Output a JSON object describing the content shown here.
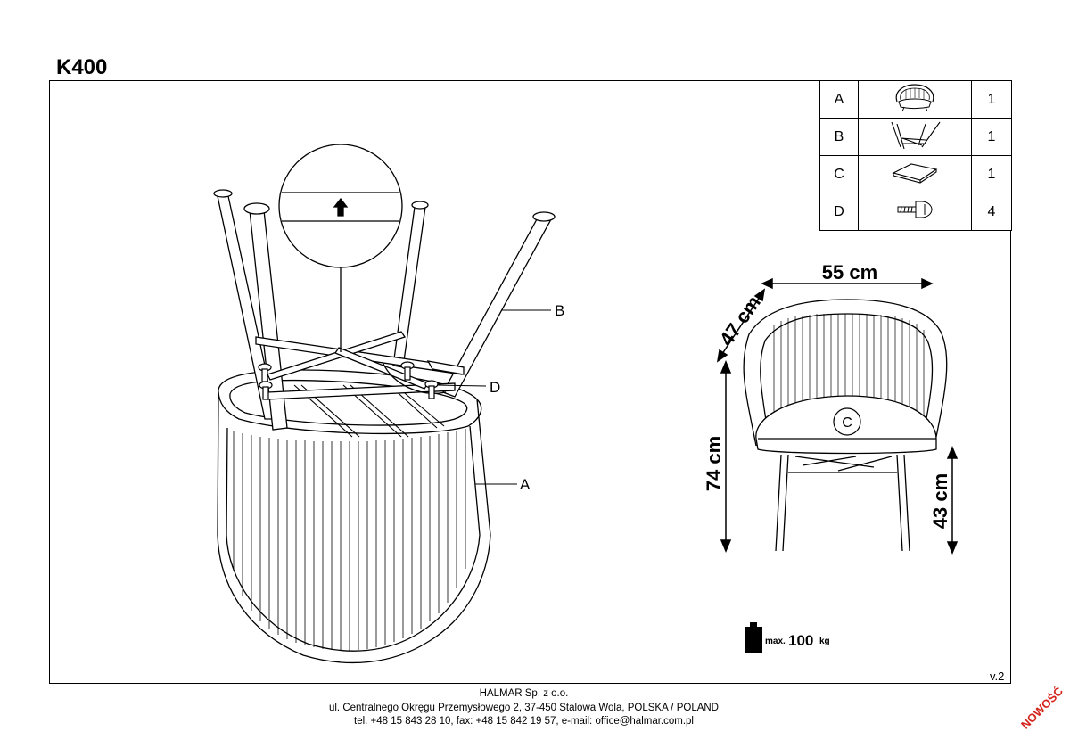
{
  "title": "K400",
  "parts": [
    {
      "label": "A",
      "icon": "chair-shell-icon",
      "qty": "1"
    },
    {
      "label": "B",
      "icon": "chair-base-icon",
      "qty": "1"
    },
    {
      "label": "C",
      "icon": "seat-cushion-icon",
      "qty": "1"
    },
    {
      "label": "D",
      "icon": "screw-icon",
      "qty": "4"
    }
  ],
  "callouts": {
    "b": "B",
    "d": "D",
    "a": "A",
    "c": "C"
  },
  "dimensions": {
    "width": "55 cm",
    "depth": "47 cm",
    "height": "74 cm",
    "seat_height": "43 cm"
  },
  "max_load": {
    "prefix": "max.",
    "value": "100",
    "unit": "kg"
  },
  "version": "v.2",
  "footer": {
    "company": "HALMAR Sp. z o.o.",
    "address": "ul. Centralnego Okręgu Przemysłowego 2, 37-450 Stalowa Wola, POLSKA / POLAND",
    "contact": "tel. +48 15 843 28 10, fax: +48 15 842 19 57, e-mail: office@halmar.com.pl"
  },
  "badge": "NOWOŚĆ"
}
